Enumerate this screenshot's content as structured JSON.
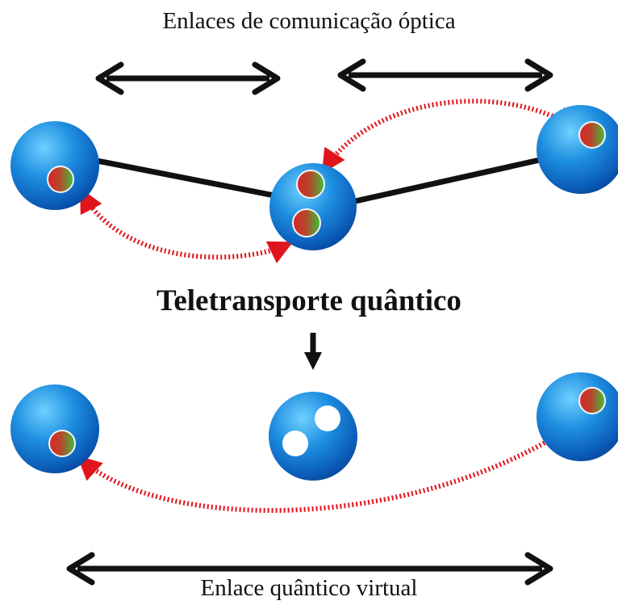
{
  "diagram": {
    "top_label": "Enlaces de comunicação óptica",
    "middle_label": "Teletransporte quântico",
    "bottom_label": "Enlace quântico virtual"
  },
  "colors": {
    "node_blue": "#1e8fe0",
    "node_dark_blue": "#0a4ea8",
    "qubit_red": "#d8262a",
    "qubit_green": "#3fbf3a",
    "entanglement_dotted": "#e0141b",
    "link_black": "#111111"
  },
  "icons": {
    "arrows": "double-headed-arrow",
    "down": "down-arrow"
  }
}
